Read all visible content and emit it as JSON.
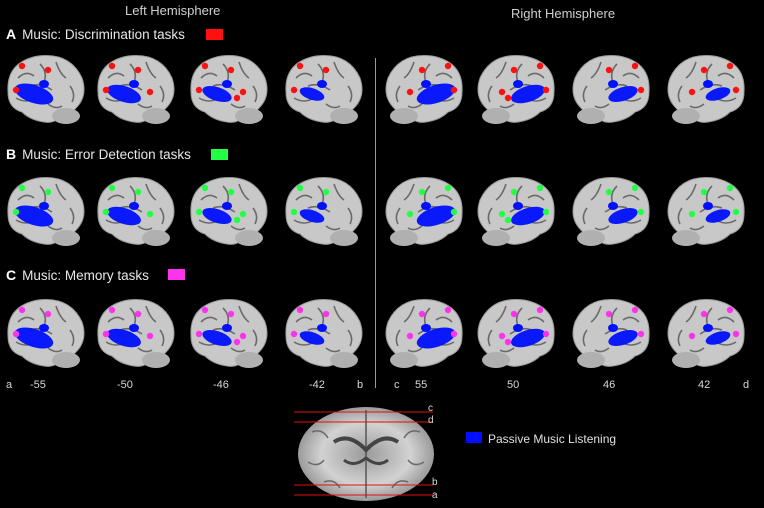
{
  "hemispheres": {
    "left": "Left Hemisphere",
    "right": "Right Hemisphere"
  },
  "sections": [
    {
      "letter": "A",
      "label": "Music: Discrimination tasks",
      "color": "#ff1010"
    },
    {
      "letter": "B",
      "label": "Music: Error Detection tasks",
      "color": "#22ff44"
    },
    {
      "letter": "C",
      "label": "Music: Memory tasks",
      "color": "#ff33ee"
    }
  ],
  "coordinates": [
    "-55",
    "-50",
    "-46",
    "-42",
    "55",
    "50",
    "46",
    "42"
  ],
  "slice_letters": [
    "a",
    "b",
    "c",
    "d"
  ],
  "axial_line_labels": [
    "c",
    "d",
    "b",
    "a"
  ],
  "legend": {
    "label": "Passive Music Listening",
    "color": "#0010ff"
  },
  "colors": {
    "gray_matter": "#c8c8c8",
    "sulci": "#6a6a6a",
    "background": "#000000"
  }
}
